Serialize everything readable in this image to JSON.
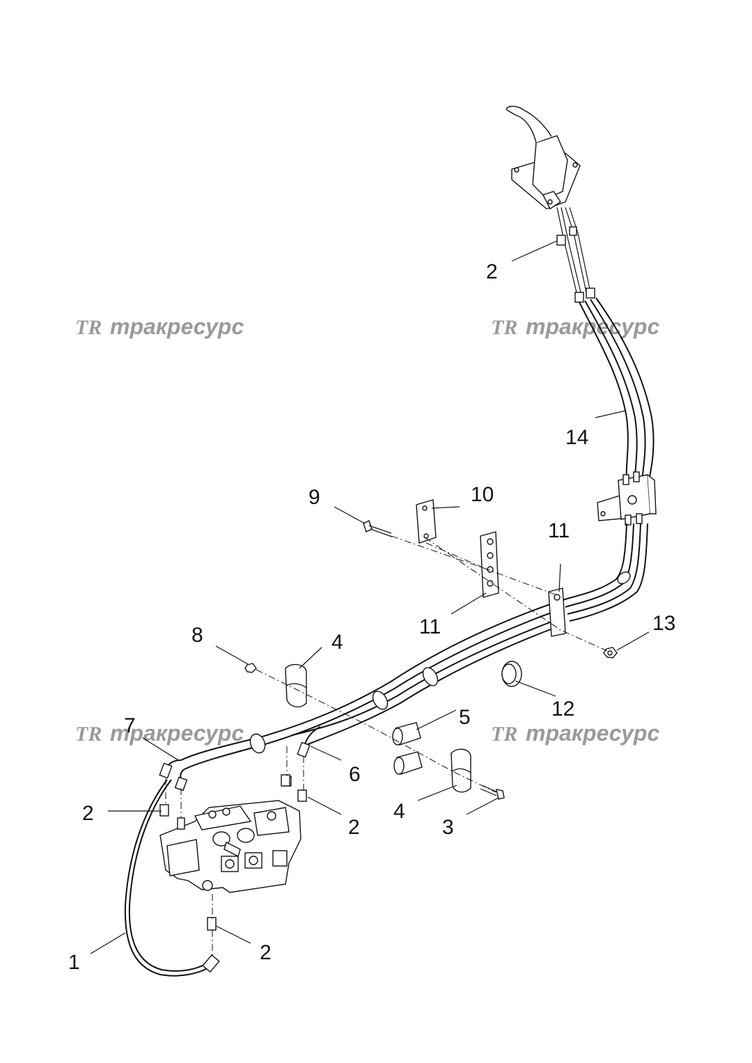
{
  "watermarks": [
    {
      "logo": "TR",
      "text": "тракресурс"
    },
    {
      "logo": "TR",
      "text": "тракресурс"
    },
    {
      "logo": "TR",
      "text": "тракресурс"
    },
    {
      "logo": "TR",
      "text": "тракресурс"
    }
  ],
  "callouts": {
    "c1": "1",
    "c2a": "2",
    "c2b": "2",
    "c2c": "2",
    "c2d": "2",
    "c3": "3",
    "c4a": "4",
    "c4b": "4",
    "c5": "5",
    "c6": "6",
    "c7": "7",
    "c8": "8",
    "c9": "9",
    "c10": "10",
    "c11a": "11",
    "c11b": "11",
    "c12": "12",
    "c13": "13",
    "c14": "14"
  }
}
